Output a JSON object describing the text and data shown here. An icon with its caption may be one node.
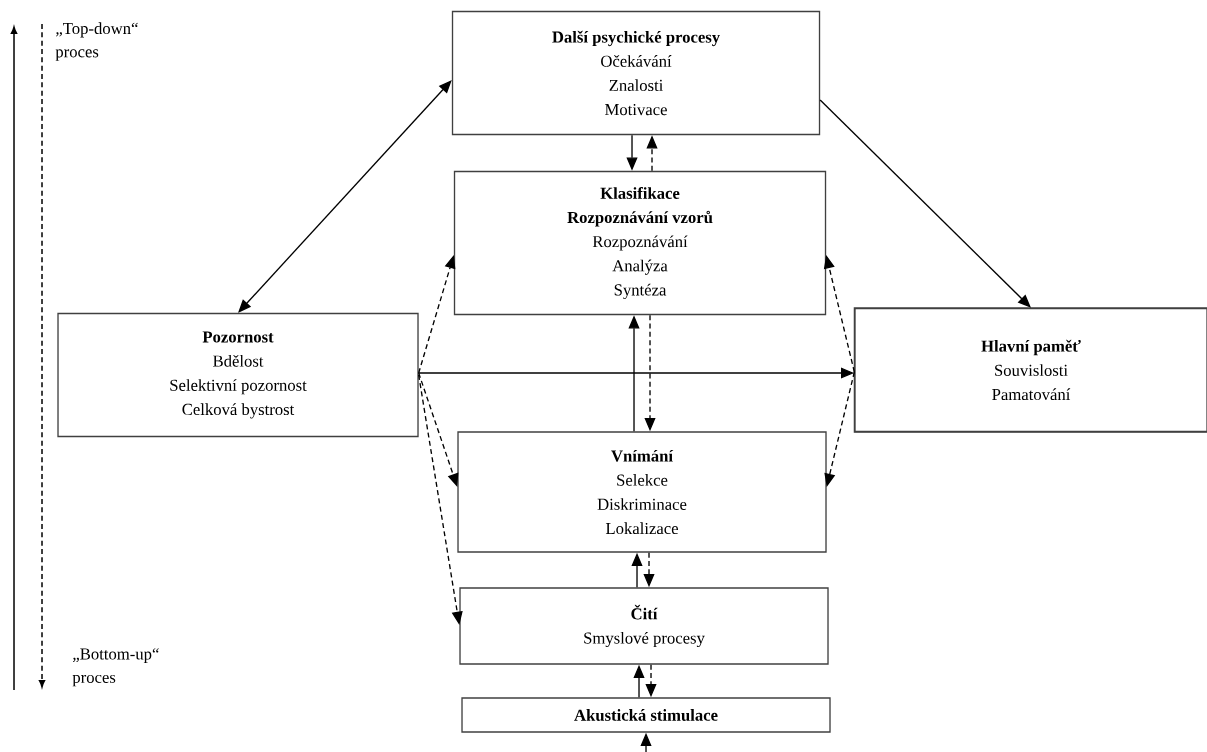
{
  "diagram": {
    "nodes": [
      {
        "text": [
          "Další psychické procesy",
          "Očekávání",
          "Znalosti",
          "Motivace"
        ]
      },
      {
        "text": [
          "Klasifikace",
          "Rozpoznávání vzorů",
          "Rozpoznávání",
          "Analýza",
          "Syntéza"
        ]
      },
      {
        "text": [
          "Pozornost",
          "Bdělost",
          "Selektivní pozornost",
          "Celková bystrost"
        ]
      },
      {
        "text": [
          "Hlavní paměť",
          "Souvislosti",
          "Pamatování"
        ]
      },
      {
        "text": [
          "Vnímání",
          "Selekce",
          "Diskriminace",
          "Lokalizace"
        ]
      },
      {
        "text": [
          "Čití",
          "Smyslové procesy"
        ]
      },
      {
        "text": [
          "Akustická stimulace"
        ]
      }
    ],
    "edges": [
      {
        "from": 2,
        "to": 0,
        "arrow": "both"
      },
      {
        "from": 0,
        "to": 1,
        "arrow": "to"
      },
      {
        "from": 1,
        "to": 0,
        "arrow": "to",
        "style": "dashed"
      },
      {
        "from": 4,
        "to": 1,
        "arrow": "to"
      },
      {
        "from": 1,
        "to": 4,
        "arrow": "to",
        "style": "dashed"
      },
      {
        "from": 5,
        "to": 4,
        "arrow": "to"
      },
      {
        "from": 4,
        "to": 5,
        "arrow": "to",
        "style": "dashed"
      },
      {
        "from": 6,
        "to": 5,
        "arrow": "to"
      },
      {
        "from": 5,
        "to": 6,
        "arrow": "to",
        "style": "dashed"
      },
      {
        "from": null,
        "to": 6,
        "arrow": "to"
      },
      {
        "from": 2,
        "to": 3,
        "arrow": "to"
      },
      {
        "from": 2,
        "to": 1,
        "arrow": "to",
        "style": "dashed"
      },
      {
        "from": 2,
        "to": 4,
        "arrow": "to",
        "style": "dashed"
      },
      {
        "from": 2,
        "to": 5,
        "arrow": "to",
        "style": "dashed"
      },
      {
        "from": 0,
        "to": 3,
        "arrow": "to"
      },
      {
        "from": 3,
        "to": 1,
        "arrow": "to",
        "style": "dashed"
      },
      {
        "from": 3,
        "to": 4,
        "arrow": "to",
        "style": "dashed"
      }
    ],
    "labels": [
      "„Top-down“ proces",
      "„Bottom-up“ proces"
    ]
  }
}
